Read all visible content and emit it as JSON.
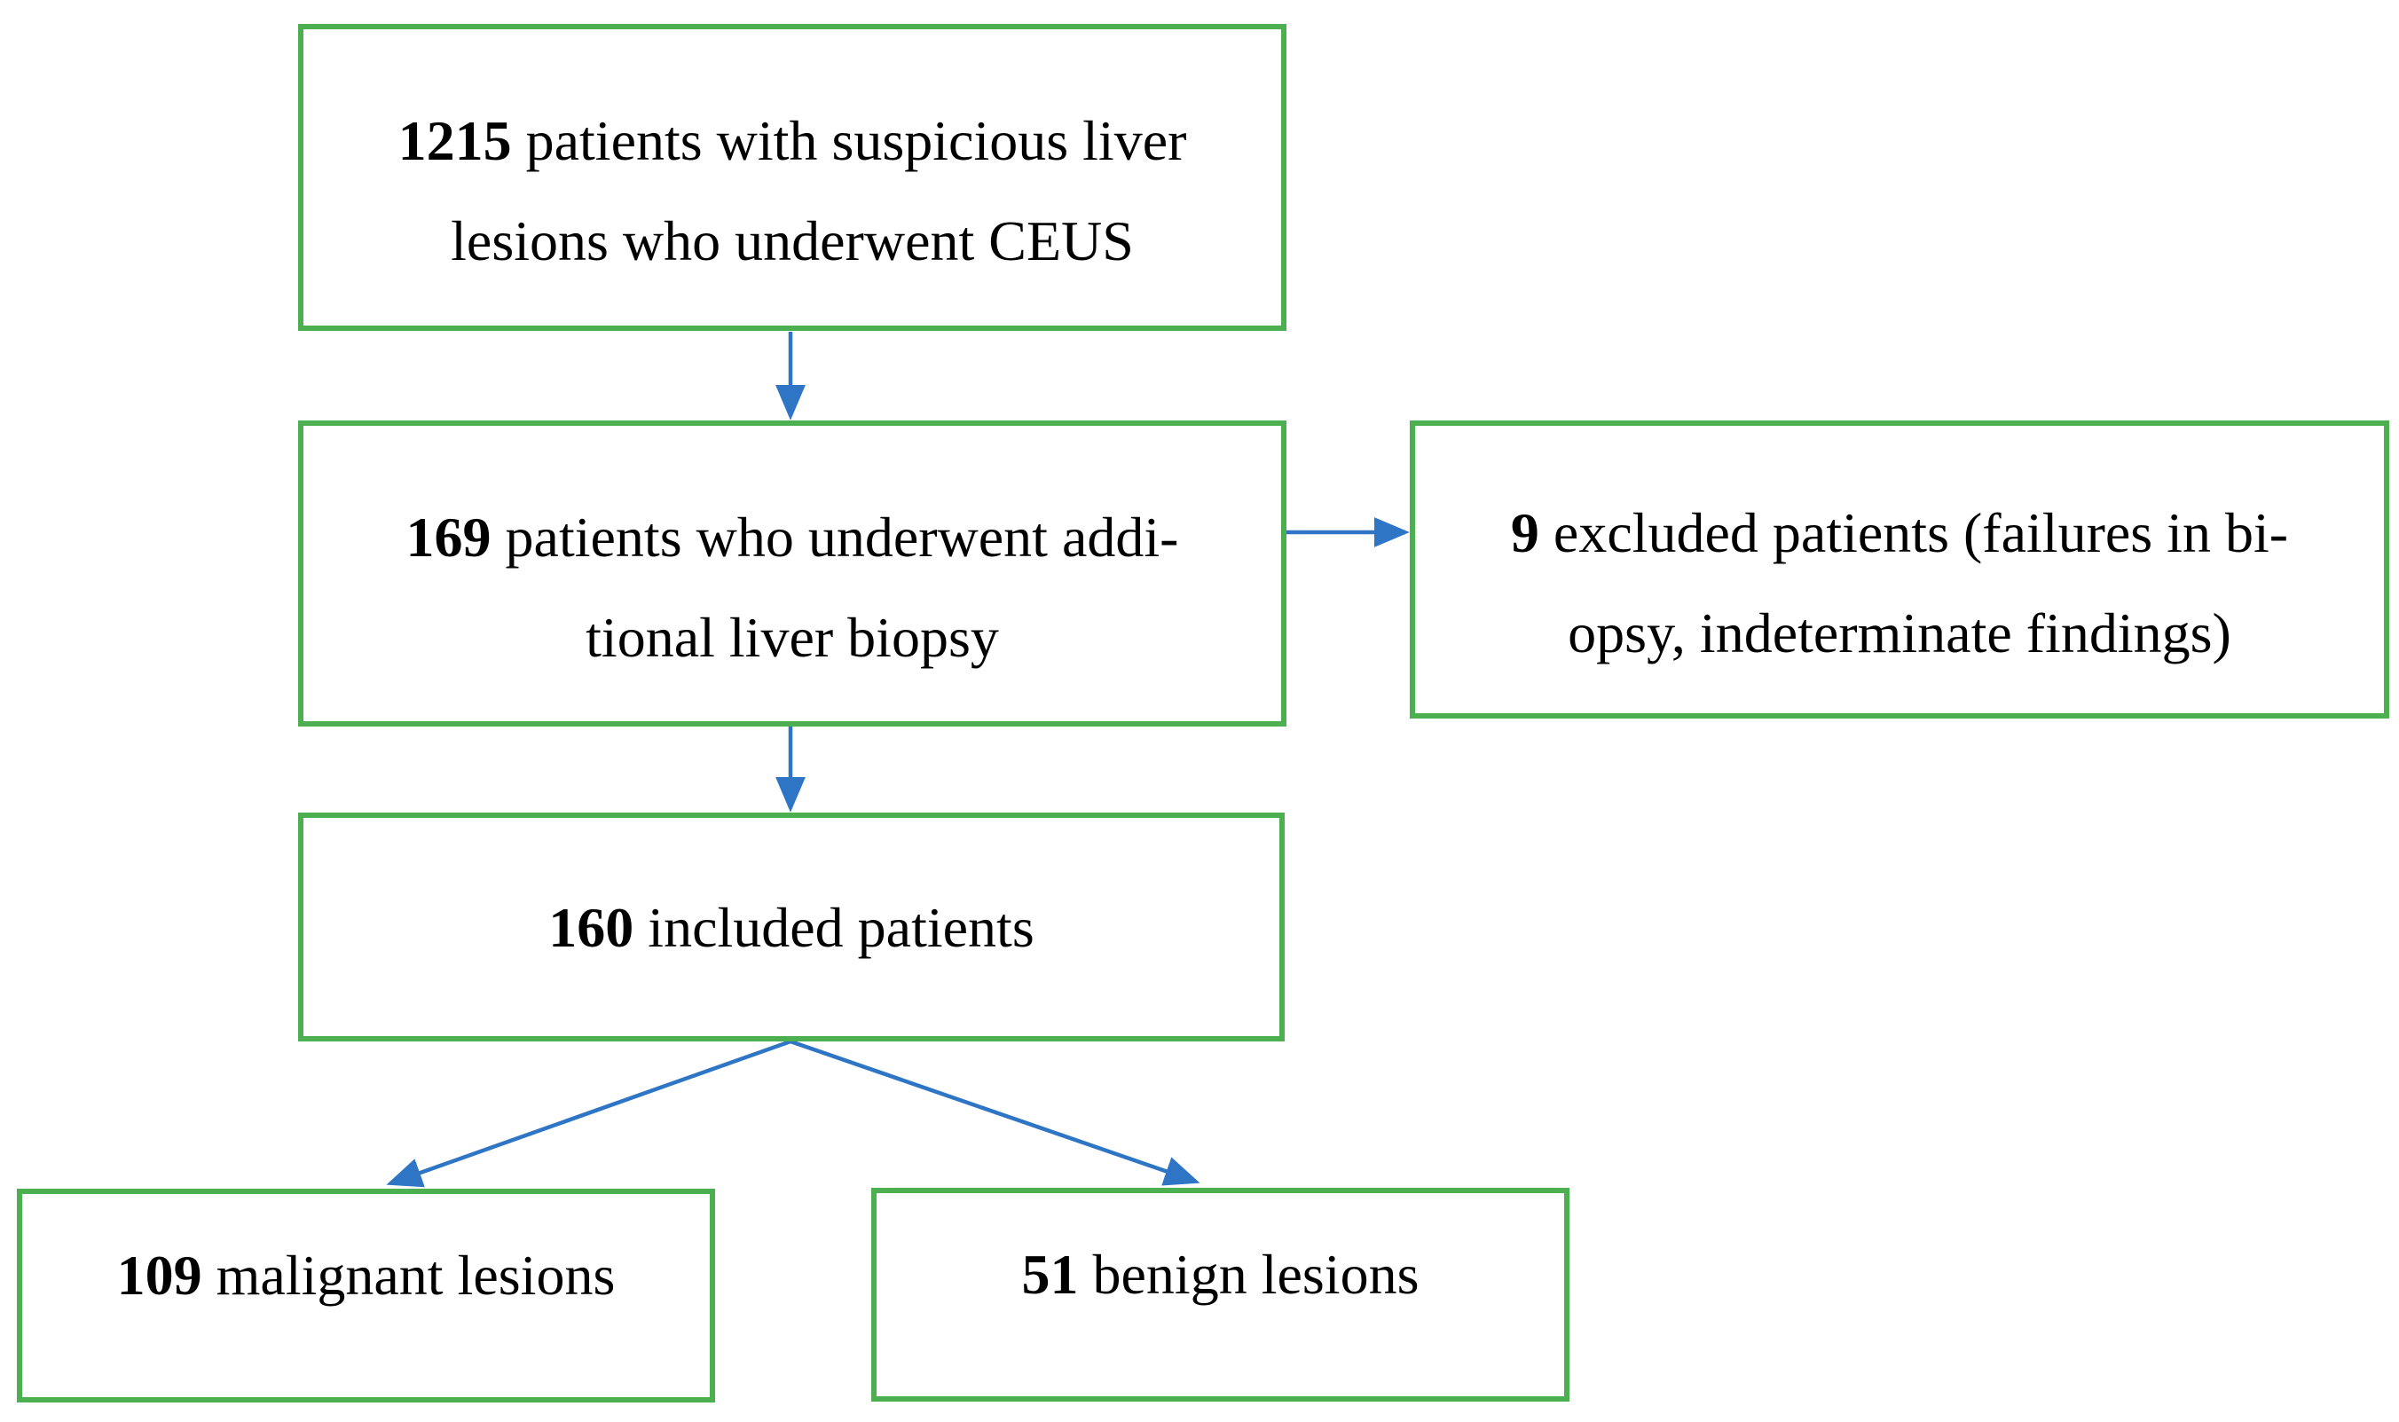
{
  "figure": {
    "colors": {
      "box_border": "#4caf50",
      "arrow": "#2e75c6",
      "text": "#000000",
      "background": "#ffffff"
    },
    "boxes": {
      "ceus": {
        "number": "1215",
        "rest": " patients with suspicious liver",
        "line2": "lesions who underwent CEUS"
      },
      "biopsy": {
        "number": "169",
        "rest": " patients who underwent addi-",
        "line2": "tional liver biopsy"
      },
      "excluded": {
        "number": "9",
        "rest": " excluded patients (failures in bi-",
        "line2": "opsy, indeterminate findings)"
      },
      "included": {
        "number": "160",
        "rest": " included patients"
      },
      "malignant": {
        "number": "109",
        "rest": " malignant lesions"
      },
      "benign": {
        "number": "51",
        "rest": " benign lesions"
      }
    }
  }
}
